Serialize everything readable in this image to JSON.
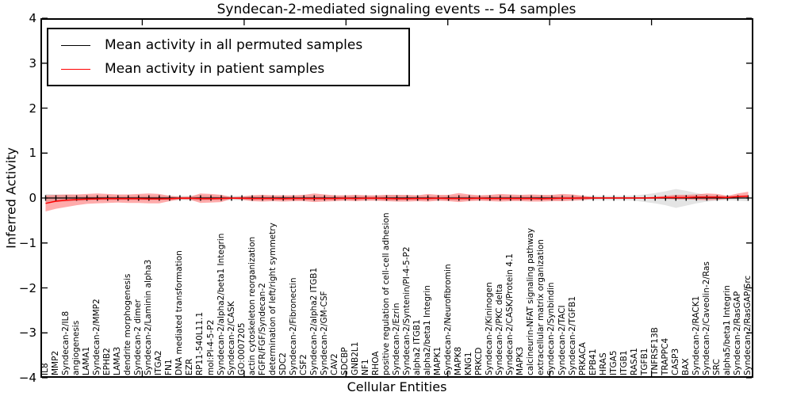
{
  "axes": {
    "ylabel": "Inferred Activity",
    "xlabel": "Cellular Entities",
    "ytick_labels": [
      "4",
      "3",
      "2",
      "1",
      "0",
      "−1",
      "−2",
      "−3",
      "−4"
    ],
    "ytick_values": [
      4,
      3,
      2,
      1,
      0,
      -1,
      -2,
      -3,
      -4
    ]
  },
  "legend": {
    "items": [
      {
        "label": "Mean activity in all permuted samples",
        "color": "#000000"
      },
      {
        "label": "Mean activity in patient samples",
        "color": "#ff0000"
      }
    ]
  },
  "chart_data": {
    "type": "line",
    "title": "Syndecan-2-mediated signaling events -- 54 samples",
    "xlabel": "Cellular Entities",
    "ylabel": "Inferred Activity",
    "ylim": [
      -4,
      4
    ],
    "grid": false,
    "legend_position": "upper left",
    "categories": [
      "IL8",
      "MMP2",
      "Syndecan-2/IL8",
      "angiogenesis",
      "LAMA1",
      "Syndecan-2/MMP2",
      "EPHB2",
      "LAMA3",
      "dendrite morphogenesis",
      "Syndecan-2 dimer",
      "Syndecan-2/Laminin alpha3",
      "ITGA2",
      "FN1",
      "DNA mediated transformation",
      "EZR",
      "RP11-540L11.1",
      "mol:PI-4-5-P2",
      "Syndecan-2/alpha2/beta1 Integrin",
      "Syndecan-2/CASK",
      "GO:0007205",
      "actin cytoskeleton reorganization",
      "FGFR/FGF/Syndecan-2",
      "determination of left/right symmetry",
      "SDC2",
      "Syndecan-2/Fibronectin",
      "CSF2",
      "Syndecan-2/alpha2 ITGB1",
      "Syndecan-2/GM-CSF",
      "CAV2",
      "SDCBP",
      "GNB2L1",
      "NF1",
      "RHOA",
      "positive regulation of cell-cell adhesion",
      "Syndecan-2/Ezrin",
      "Syndecan-2/Syntenin/PI-4-5-P2",
      "alpha2 ITGB1",
      "alpha2/beta1 Integrin",
      "MAPK1",
      "Syndecan-2/Neurofibromin",
      "MAPK8",
      "KNG1",
      "PRKCD",
      "Syndecan-2/Kininogen",
      "Syndecan-2/PKC delta",
      "Syndecan-2/CASK/Protein 4.1",
      "MAPK3",
      "calcineurin-NFAT signaling pathway",
      "extracellular matrix organization",
      "Syndecan-2/Synbindin",
      "Syndecan-2/TACI",
      "Syndecan-2/TGFB1",
      "PRKACA",
      "EPB41",
      "HRAS",
      "ITGA5",
      "ITGB1",
      "RASA1",
      "TGFB1",
      "TNFRSF13B",
      "TRAPPC4",
      "CASP3",
      "BAX",
      "Syndecan-2/RACK1",
      "Syndecan-2/Caveolin-2/Ras",
      "SRC",
      "alpha5/beta1 Integrin",
      "Syndecan-2/RasGAP",
      "Syndecan-2/RasGAP/Src"
    ],
    "series": [
      {
        "name": "Mean activity in all permuted samples",
        "color": "#000000",
        "values": [
          0,
          0,
          0,
          0,
          0,
          0,
          0,
          0,
          0,
          0,
          0,
          0,
          0,
          0,
          0,
          0,
          0,
          0,
          0,
          0,
          0,
          0,
          0,
          0,
          0,
          0,
          0,
          0,
          0,
          0,
          0,
          0,
          0,
          0,
          0,
          0,
          0,
          0,
          0,
          0,
          0,
          0,
          0,
          0,
          0,
          0,
          0,
          0,
          0,
          0,
          0,
          0,
          0,
          0,
          0,
          0,
          0,
          0,
          0,
          0,
          0,
          0,
          0,
          0,
          0,
          0,
          0,
          0,
          0
        ]
      },
      {
        "name": "Mean activity in patient samples",
        "color": "#ff0000",
        "values": [
          -0.12,
          -0.07,
          -0.05,
          -0.035,
          -0.025,
          -0.02,
          -0.015,
          -0.015,
          -0.015,
          -0.015,
          -0.02,
          -0.02,
          -0.015,
          -0.005,
          -0.005,
          -0.015,
          -0.015,
          -0.01,
          -0.005,
          -0.005,
          -0.01,
          -0.01,
          -0.01,
          -0.015,
          -0.01,
          -0.01,
          -0.01,
          -0.01,
          -0.01,
          -0.005,
          -0.01,
          -0.005,
          -0.005,
          -0.01,
          -0.015,
          -0.015,
          -0.01,
          -0.01,
          -0.005,
          -0.01,
          -0.01,
          -0.01,
          -0.005,
          -0.01,
          -0.01,
          -0.01,
          -0.01,
          -0.01,
          -0.015,
          -0.01,
          -0.005,
          -0.005,
          0,
          0,
          0,
          0,
          0,
          0,
          0,
          0.005,
          0.01,
          0.01,
          0.01,
          0.02,
          0.02,
          0.02,
          0.01,
          0.03,
          0.04
        ]
      }
    ],
    "bands": [
      {
        "name": "permuted samples std band",
        "color": "rgba(130,130,130,0.22)",
        "upper": [
          0.09,
          0.08,
          0.07,
          0.06,
          0.05,
          0.05,
          0.05,
          0.05,
          0.05,
          0.05,
          0.05,
          0.05,
          0.05,
          0.05,
          0.05,
          0.06,
          0.05,
          0.05,
          0.05,
          0.05,
          0.05,
          0.05,
          0.05,
          0.05,
          0.05,
          0.05,
          0.06,
          0.05,
          0.05,
          0.05,
          0.05,
          0.05,
          0.05,
          0.06,
          0.06,
          0.05,
          0.05,
          0.05,
          0.05,
          0.05,
          0.06,
          0.05,
          0.05,
          0.05,
          0.05,
          0.05,
          0.05,
          0.05,
          0.05,
          0.05,
          0.05,
          0.05,
          0.05,
          0.05,
          0.05,
          0.05,
          0.05,
          0.06,
          0.08,
          0.11,
          0.15,
          0.2,
          0.16,
          0.11,
          0.07,
          0.06,
          0.05,
          0.06,
          0.07
        ],
        "lower": [
          -0.1,
          -0.09,
          -0.08,
          -0.07,
          -0.06,
          -0.05,
          -0.05,
          -0.05,
          -0.05,
          -0.05,
          -0.05,
          -0.05,
          -0.05,
          -0.05,
          -0.05,
          -0.06,
          -0.05,
          -0.05,
          -0.05,
          -0.05,
          -0.05,
          -0.05,
          -0.05,
          -0.05,
          -0.05,
          -0.05,
          -0.06,
          -0.05,
          -0.05,
          -0.05,
          -0.05,
          -0.05,
          -0.05,
          -0.06,
          -0.06,
          -0.05,
          -0.05,
          -0.05,
          -0.05,
          -0.05,
          -0.06,
          -0.05,
          -0.05,
          -0.05,
          -0.05,
          -0.05,
          -0.05,
          -0.05,
          -0.05,
          -0.05,
          -0.05,
          -0.05,
          -0.05,
          -0.05,
          -0.05,
          -0.05,
          -0.05,
          -0.06,
          -0.09,
          -0.12,
          -0.16,
          -0.22,
          -0.17,
          -0.12,
          -0.08,
          -0.06,
          -0.05,
          -0.06,
          -0.07
        ]
      },
      {
        "name": "patient samples std band",
        "color": "rgba(255,0,0,0.33)",
        "upper": [
          0.06,
          0.07,
          0.08,
          0.08,
          0.09,
          0.1,
          0.09,
          0.08,
          0.08,
          0.09,
          0.1,
          0.09,
          0.05,
          0.025,
          0.03,
          0.1,
          0.09,
          0.07,
          0.02,
          0.03,
          0.06,
          0.07,
          0.06,
          0.06,
          0.06,
          0.07,
          0.1,
          0.08,
          0.06,
          0.06,
          0.07,
          0.06,
          0.06,
          0.07,
          0.07,
          0.07,
          0.06,
          0.09,
          0.07,
          0.07,
          0.11,
          0.08,
          0.06,
          0.07,
          0.09,
          0.08,
          0.07,
          0.08,
          0.07,
          0.07,
          0.09,
          0.08,
          0.05,
          0.02,
          0.015,
          0.015,
          0.015,
          0.015,
          0.015,
          0.03,
          0.05,
          0.07,
          0.07,
          0.08,
          0.1,
          0.09,
          0.05,
          0.1,
          0.14
        ],
        "lower": [
          -0.3,
          -0.24,
          -0.2,
          -0.16,
          -0.13,
          -0.12,
          -0.11,
          -0.1,
          -0.11,
          -0.11,
          -0.12,
          -0.12,
          -0.07,
          -0.03,
          -0.04,
          -0.11,
          -0.1,
          -0.09,
          -0.02,
          -0.04,
          -0.07,
          -0.08,
          -0.07,
          -0.08,
          -0.07,
          -0.07,
          -0.09,
          -0.08,
          -0.07,
          -0.06,
          -0.07,
          -0.06,
          -0.06,
          -0.07,
          -0.08,
          -0.08,
          -0.07,
          -0.08,
          -0.06,
          -0.07,
          -0.09,
          -0.07,
          -0.06,
          -0.07,
          -0.08,
          -0.07,
          -0.07,
          -0.08,
          -0.08,
          -0.07,
          -0.07,
          -0.06,
          -0.05,
          -0.02,
          -0.015,
          -0.015,
          -0.015,
          -0.015,
          -0.015,
          -0.02,
          -0.02,
          -0.03,
          -0.03,
          -0.04,
          -0.05,
          -0.04,
          -0.02,
          -0.01,
          -0.01
        ]
      }
    ]
  }
}
